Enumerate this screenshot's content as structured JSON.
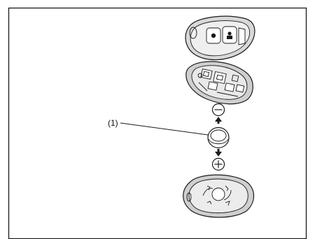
{
  "diagram": {
    "callout_label": "(1)",
    "parts": [
      {
        "name": "key-fob-front-cover"
      },
      {
        "name": "key-fob-circuit-board"
      },
      {
        "name": "coin-battery"
      },
      {
        "name": "key-fob-back-cover"
      }
    ],
    "polarity": {
      "negative": "⊖",
      "positive": "⊕"
    },
    "colors": {
      "ink": "#1a1a1a",
      "background": "#ffffff",
      "cover_gray": "#d0d0d0",
      "board_gray": "#e3e3e3"
    }
  }
}
